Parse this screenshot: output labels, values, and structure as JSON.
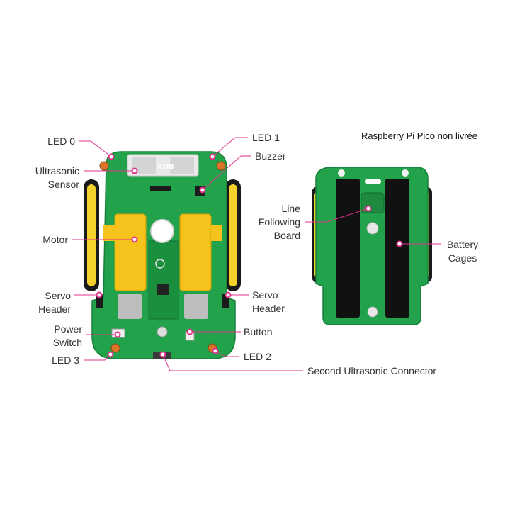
{
  "note": "Raspberry Pi Pico non livrée",
  "colors": {
    "pcb": "#22a24a",
    "pcb_dark": "#17803a",
    "leader": "#e0318a",
    "wheel": "#f4d22c",
    "motor": "#f6c21c"
  },
  "labels": {
    "led0": [
      "LED 0"
    ],
    "ultrasonic_sensor": [
      "Ultrasonic",
      "Sensor"
    ],
    "motor": [
      "Motor"
    ],
    "servo_header_left": [
      "Servo",
      "Header"
    ],
    "power_switch": [
      "Power",
      "Switch"
    ],
    "led3": [
      "LED 3"
    ],
    "led1": [
      "LED 1"
    ],
    "buzzer": [
      "Buzzer"
    ],
    "servo_header_right": [
      "Servo",
      "Header"
    ],
    "button": [
      "Button"
    ],
    "led2": [
      "LED 2"
    ],
    "second_ultrasonic": [
      "Second Ultrasonic Connector"
    ],
    "line_following": [
      "Line",
      "Following",
      "Board"
    ],
    "battery_cages": [
      "Battery",
      "Cages"
    ]
  }
}
